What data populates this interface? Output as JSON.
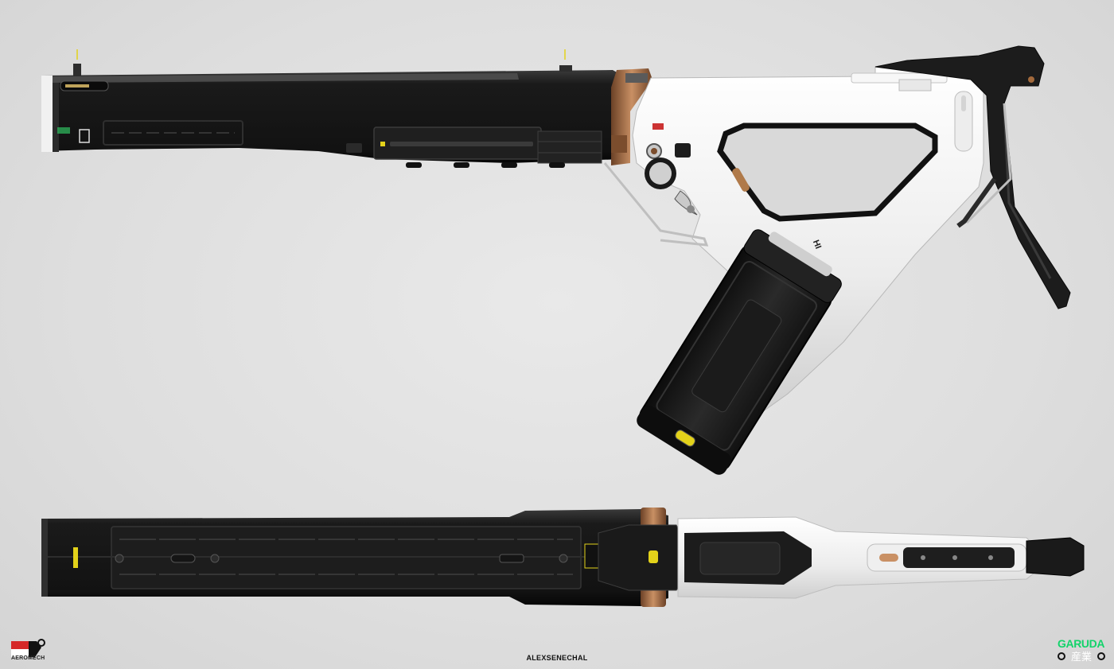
{
  "artwork": {
    "credit": "ALEXSENECHAL",
    "left_logo": {
      "text": "AEROMECH",
      "icon": "aeromech-logo-icon"
    },
    "right_logo": {
      "text": "GARUDA",
      "kanji": "産業",
      "icon": "garuda-logo-icon",
      "color": "#12d36a"
    },
    "grip_marking": "HI"
  },
  "colors": {
    "background": "#e0e0e0",
    "body_black": "#151515",
    "body_white": "#f2f2f2",
    "accent_copper": "#b07a4a",
    "accent_yellow": "#e3d21a"
  }
}
